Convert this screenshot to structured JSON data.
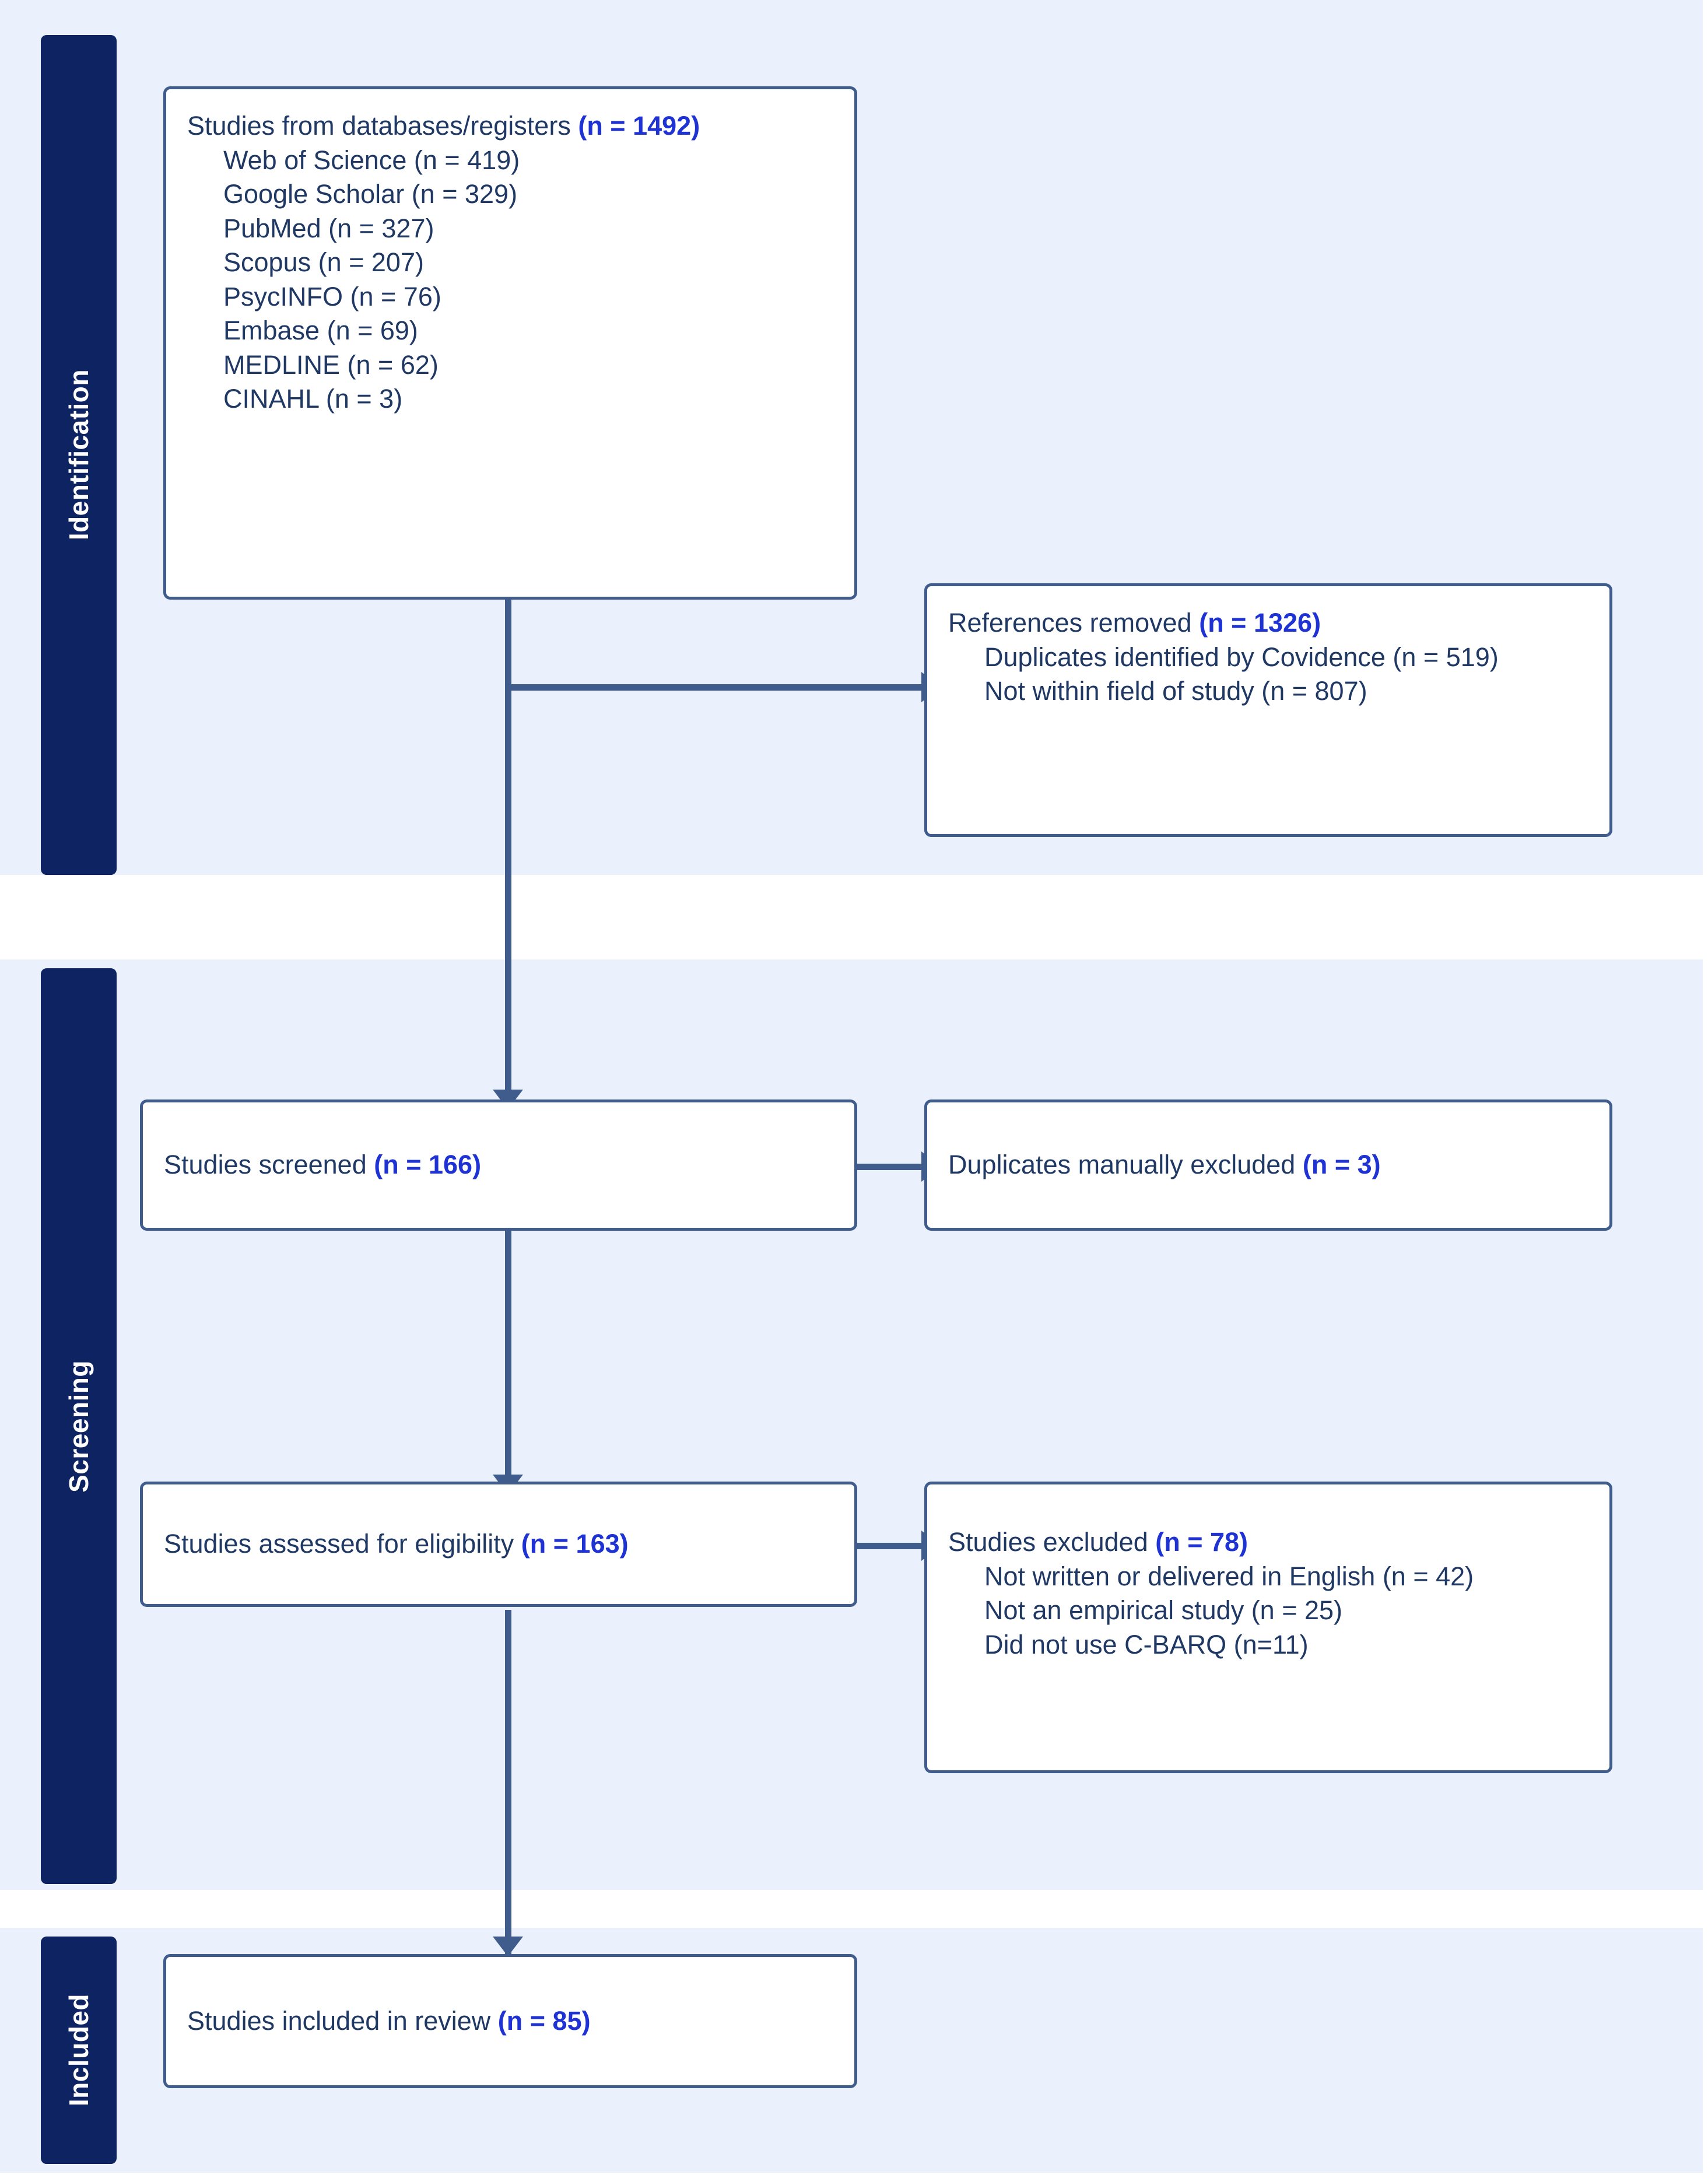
{
  "diagram": {
    "title": "PRISMA study selection flow diagram",
    "colors": {
      "stage_bar": "#0d2362",
      "band": "#eaf1fc",
      "box_border": "#3f5c8c",
      "text": "#1f3864",
      "accent": "#1f33d4"
    },
    "stages": [
      {
        "id": "identification",
        "label": "Identification"
      },
      {
        "id": "screening",
        "label": "Screening"
      },
      {
        "id": "included",
        "label": "Included"
      }
    ],
    "nodes": {
      "databases": {
        "title_text": "Studies from databases/registers ",
        "title_count": "(n = 1492)",
        "items": [
          "Web of Science (n = 419)",
          "Google Scholar (n = 329)",
          "PubMed (n = 327)",
          "Scopus (n = 207)",
          "PsycINFO (n = 76)",
          "Embase (n = 69)",
          "MEDLINE (n = 62)",
          "CINAHL  (n = 3)"
        ]
      },
      "references_removed": {
        "title_text": "References removed ",
        "title_count": "(n = 1326)",
        "items": [
          "Duplicates identified by Covidence (n = 519)",
          "Not within field of study (n = 807)"
        ]
      },
      "screened": {
        "title_text": "Studies screened ",
        "title_count": "(n = 166)"
      },
      "duplicates_excluded": {
        "title_text": "Duplicates manually excluded ",
        "title_count": "(n = 3)"
      },
      "eligibility": {
        "title_text": "Studies assessed for eligibility ",
        "title_count": "(n = 163)"
      },
      "excluded": {
        "title_text": "Studies excluded ",
        "title_count": "(n = 78)",
        "items": [
          "Not written or delivered in English (n = 42)",
          "Not an empirical study (n = 25)",
          "Did not use C-BARQ  (n=11)"
        ]
      },
      "included": {
        "title_text": "Studies included in review ",
        "title_count": "(n = 85)"
      }
    }
  }
}
